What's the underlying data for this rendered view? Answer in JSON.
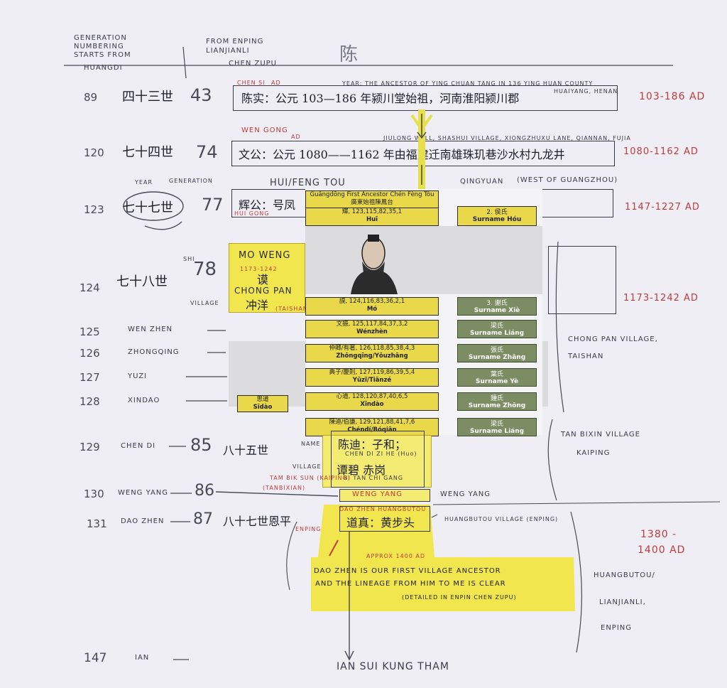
{
  "header": {
    "col1": [
      "GENERATION",
      "NUMBERING",
      "STARTS FROM",
      "HUANGDI"
    ],
    "col2": [
      "FROM ENPING",
      "LIANJIANLI",
      "CHEN ZUPU"
    ],
    "surname": "陈"
  },
  "rows": [
    {
      "num": "89",
      "cn_gen": "四十三世",
      "gen": "43",
      "red_label": "CHEN SI",
      "ad_mark": "AD",
      "box_text": "陈实：公元 103—186 年颍川堂始祖，河南淮阳颍川郡",
      "note_top": "YEAR: THE ANCESTOR OF YING CHUAN TANG IN 136 YING HUAN COUNTY",
      "note_side": "HUAIYANG, HENAN",
      "years": "103-186 AD"
    },
    {
      "num": "120",
      "cn_gen": "七十四世",
      "gen": "74",
      "red_label": "WEN GONG",
      "ad_mark": "AD",
      "box_text": "文公：公元 1080——1162 年由福建迁南雄珠玑巷沙水村九龙井",
      "note_top": "JIULONG WELL, SHASHUI VILLAGE, XIONGZHUXU LANE, QIANNAN, FUJIA",
      "years": "1080-1162 AD"
    },
    {
      "num": "123",
      "cn_gen": "七十七世",
      "gen": "77",
      "red_label": "HUI GONG",
      "box_text": "辉公：号凤",
      "note_top": "HUI/FENG TOU",
      "place": "QINGYUAN",
      "place_note": "(WEST OF GUANGZHOU)",
      "years": "1147-1227 AD"
    },
    {
      "num": "124",
      "cn_gen": "七十八世",
      "gen": "78",
      "years": "1173-1242 AD"
    }
  ],
  "annotations": {
    "year_label": "YEAR",
    "generation_label": "GENERATION",
    "shi": "SHI",
    "village": "VILLAGE",
    "name_label": "NAME",
    "village_label2": "VILLAGE",
    "enping": "ENPING",
    "approx": "APPROX 1400 AD",
    "huangbutou_village": "HUANGBUTOU VILLAGE (ENPING)",
    "huangbutou_red": "DAO ZHEN HUANGBUTOU",
    "tambiksun": "TAM BIK SUN (KAIPING)",
    "tanbixian": "(TANBIXIAN)",
    "taishan_tag": "(TAISHAN)",
    "chong_pan_village": [
      "CHONG PAN VILLAGE,",
      "TAISHAN"
    ],
    "tan_bixin_village": [
      "TAN BIXIN VILLAGE",
      "KAIPING"
    ],
    "huangbutou_place": [
      "HUANGBUTOU/",
      "LIANJIANLI,",
      "ENPING"
    ],
    "years_1380": "1380 -",
    "years_1400": "1400 AD"
  },
  "mo_weng": {
    "title": "MO WENG",
    "years": "1173-1242",
    "cn": "谟",
    "village_name": "CHONG PAN",
    "village_cn": "冲洋"
  },
  "names": [
    {
      "num": "125",
      "name": "WEN ZHEN"
    },
    {
      "num": "126",
      "name": "ZHONGQING"
    },
    {
      "num": "127",
      "name": "YUZI"
    },
    {
      "num": "128",
      "name": "XINDAO"
    },
    {
      "num": "129",
      "name": "CHEN DI",
      "gen": "85",
      "cn_gen": "八十五世"
    },
    {
      "num": "130",
      "name": "WENG YANG",
      "gen": "86"
    },
    {
      "num": "131",
      "name": "DAO ZHEN",
      "gen": "87",
      "cn_gen": "八十七世恩平"
    },
    {
      "num": "147",
      "name": "IAN"
    }
  ],
  "pasted": {
    "title_en": "Guǎngdōng First Ancestor Chén Fèng Tóu",
    "title_cn": "廣東始祖陳鳳台",
    "cells": [
      {
        "top": "輝, 123,115,82,35,1",
        "bot": "Huī"
      },
      {
        "top": "謨, 124,116,83,36,2,1",
        "bot": "Mó"
      },
      {
        "top": "文振, 125,117,84,37,3,2",
        "bot": "Wénzhèn"
      },
      {
        "top": "仲卿/有著, 126,118,85,38,4,3",
        "bot": "Zhōngqīng/Yǒuzhāng"
      },
      {
        "top": "典子/慶則, 127,119,86,39,5,4",
        "bot": "Yǔzǐ/Tiānzé"
      },
      {
        "top": "心道, 128,120,87,40,6,5",
        "bot": "Xīndào"
      },
      {
        "top": "陳迪/伯謙, 129,121,88,41,7,6",
        "bot": "Chéndí/Bóqiān"
      }
    ],
    "spouses": [
      {
        "top": "2. 侯氏",
        "bot": "Surname Hóu"
      },
      {
        "top": "3. 謝氏",
        "bot": "Surname Xiè"
      },
      {
        "top": "梁氏",
        "bot": "Surname Liáng"
      },
      {
        "top": "張氏",
        "bot": "Surname Zhāng"
      },
      {
        "top": "葉氏",
        "bot": "Surname Yè"
      },
      {
        "top": "鍾氏",
        "bot": "Surname Zhōng"
      },
      {
        "top": "梁氏",
        "bot": "Surname Liáng"
      }
    ],
    "side": {
      "top": "思道",
      "bot": "Sīdào"
    }
  },
  "chen_di_box": {
    "line1": "陈迪：子和；",
    "line1_note": "CHEN DI ZI HE (Huo)",
    "line2": "谭碧  赤岗",
    "line2_note": "BI TAN CHI GANG"
  },
  "weng_yang_box": {
    "text": "WENG YANG",
    "side": "WENG YANG"
  },
  "dao_zhen_box": {
    "text": "道真：黄步头"
  },
  "note_box": {
    "lines": [
      "DAO ZHEN IS OUR FIRST VILLAGE ANCESTOR",
      "AND THE LINEAGE FROM HIM TO ME IS CLEAR",
      "(DETAILED IN ENPIN CHEN ZUPU)"
    ]
  },
  "footer": {
    "ian_line": "IAN  SUI KUNG THAM"
  }
}
